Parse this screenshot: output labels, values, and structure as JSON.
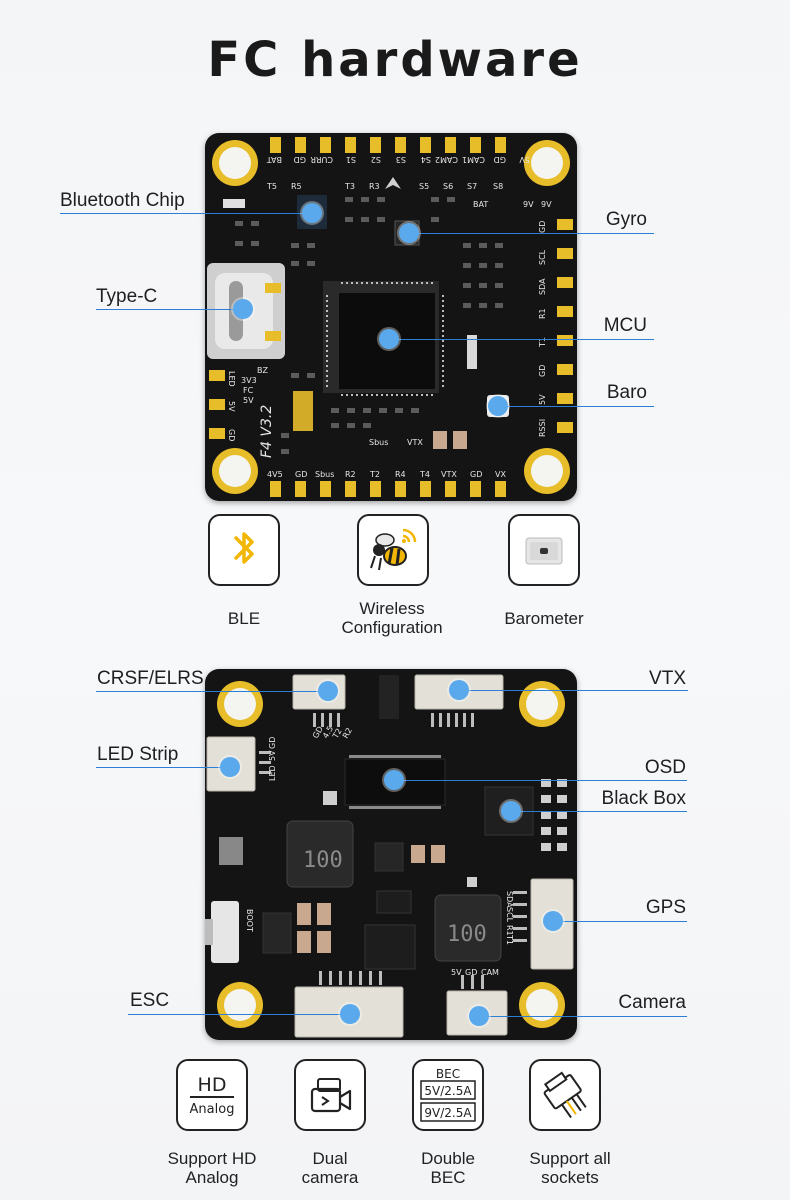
{
  "title": "FC hardware",
  "top_board": {
    "pad_labels_top": [
      "BAT",
      "GD",
      "CURR",
      "S1",
      "S2",
      "S3",
      "S4",
      "CAM2",
      "CAM1",
      "GD",
      "5V"
    ],
    "pad_labels_bottom_row": [
      "4V5",
      "GD",
      "Sbus",
      "R2",
      "T2",
      "R4",
      "T4",
      "VTX",
      "GD",
      "VX"
    ],
    "right_pads": [
      "GD",
      "SCL",
      "SDA",
      "R1",
      "T1",
      "GD",
      "5V",
      "RSSI"
    ],
    "left_pads": [
      "LED",
      "5V",
      "GD"
    ],
    "marking": "F4 V3.2",
    "small_texts": [
      "T5",
      "R5",
      "T3",
      "R3",
      "S5",
      "S6",
      "S7",
      "S8",
      "BAT",
      "9V",
      "9V",
      "3V3",
      "FC",
      "5V",
      "BZ",
      "Sbus",
      "VTX"
    ],
    "callouts_left": [
      "Bluetooth Chip",
      "Type-C"
    ],
    "callouts_right": [
      "Gyro",
      "MCU",
      "Baro"
    ]
  },
  "features_top": [
    {
      "icon": "bluetooth-icon",
      "label": "BLE"
    },
    {
      "icon": "bee-wireless-icon",
      "label_line1": "Wireless",
      "label_line2": "Configuration"
    },
    {
      "icon": "barometer-chip-icon",
      "label": "Barometer"
    }
  ],
  "bottom_board": {
    "connector_labels": [
      "GD",
      "4.5",
      "T2",
      "R2",
      "LED",
      "5V",
      "GD",
      "SDA",
      "SCL",
      "R1",
      "T1",
      "5V",
      "GD",
      "CAM",
      "BOOT"
    ],
    "inductor_marking": "100",
    "callouts_left": [
      "CRSF/ELRS",
      "LED Strip",
      "ESC"
    ],
    "callouts_right": [
      "VTX",
      "OSD",
      "Black Box",
      "GPS",
      "Camera"
    ]
  },
  "features_bottom": [
    {
      "icon": "hd-analog-icon",
      "icon_text1": "HD",
      "icon_text2": "Analog",
      "label_line1": "Support HD",
      "label_line2": "Analog"
    },
    {
      "icon": "camera-switch-icon",
      "label_line1": "Dual",
      "label_line2": "camera"
    },
    {
      "icon": "bec-icon",
      "icon_text1": "BEC",
      "icon_text2": "5V/2.5A",
      "icon_text3": "9V/2.5A",
      "label_line1": "Double",
      "label_line2": "BEC"
    },
    {
      "icon": "socket-icon",
      "label_line1": "Support all",
      "label_line2": "sockets"
    }
  ],
  "colors": {
    "board": "#141414",
    "pad_gold": "#e7bd2a",
    "callout_line": "#2b7fd6",
    "callout_dot": "#5aa9ec",
    "bt_yellow": "#f2b705"
  }
}
